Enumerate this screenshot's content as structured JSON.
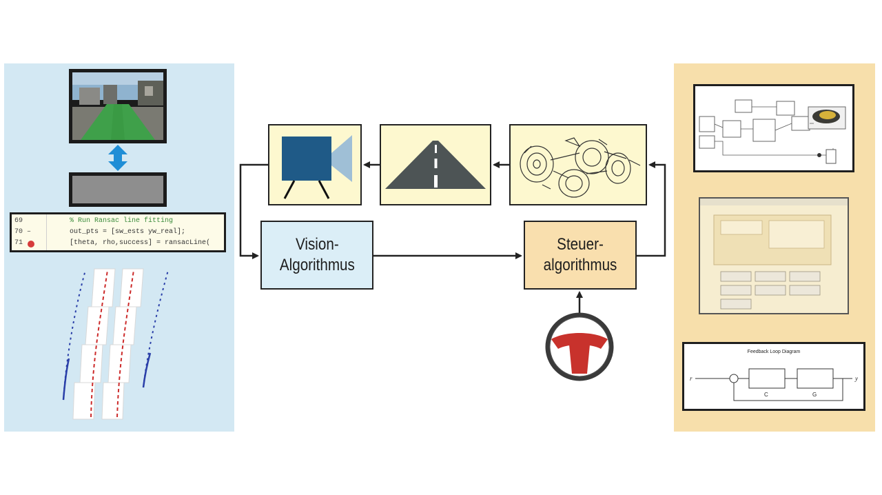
{
  "diagram": {
    "vision_block": {
      "line1": "Vision-",
      "line2": "Algorithmus"
    },
    "control_block": {
      "line1": "Steuer-",
      "line2": "algorithmus"
    }
  },
  "code_panel": {
    "lines": [
      {
        "num": "69",
        "text": "% Run Ransac line fitting"
      },
      {
        "num": "70 –",
        "text": "out_pts = [sw_ests yw_real];"
      },
      {
        "num": "71",
        "text": "[theta, rho,success] = ransacLine("
      }
    ]
  },
  "feedback_diagram": {
    "title": "Feedback Loop Diagram",
    "input": "r",
    "output": "y",
    "block_c_label": "C",
    "block_g_label": "G"
  },
  "colors": {
    "left_panel": "#d3e8f3",
    "right_panel": "#f7dfab",
    "camera_blue": "#1f5a87",
    "camera_lens": "#9fbfd6",
    "road": "#4d5455",
    "steering_red": "#c8322c",
    "steering_rim": "#3a3a3a"
  }
}
